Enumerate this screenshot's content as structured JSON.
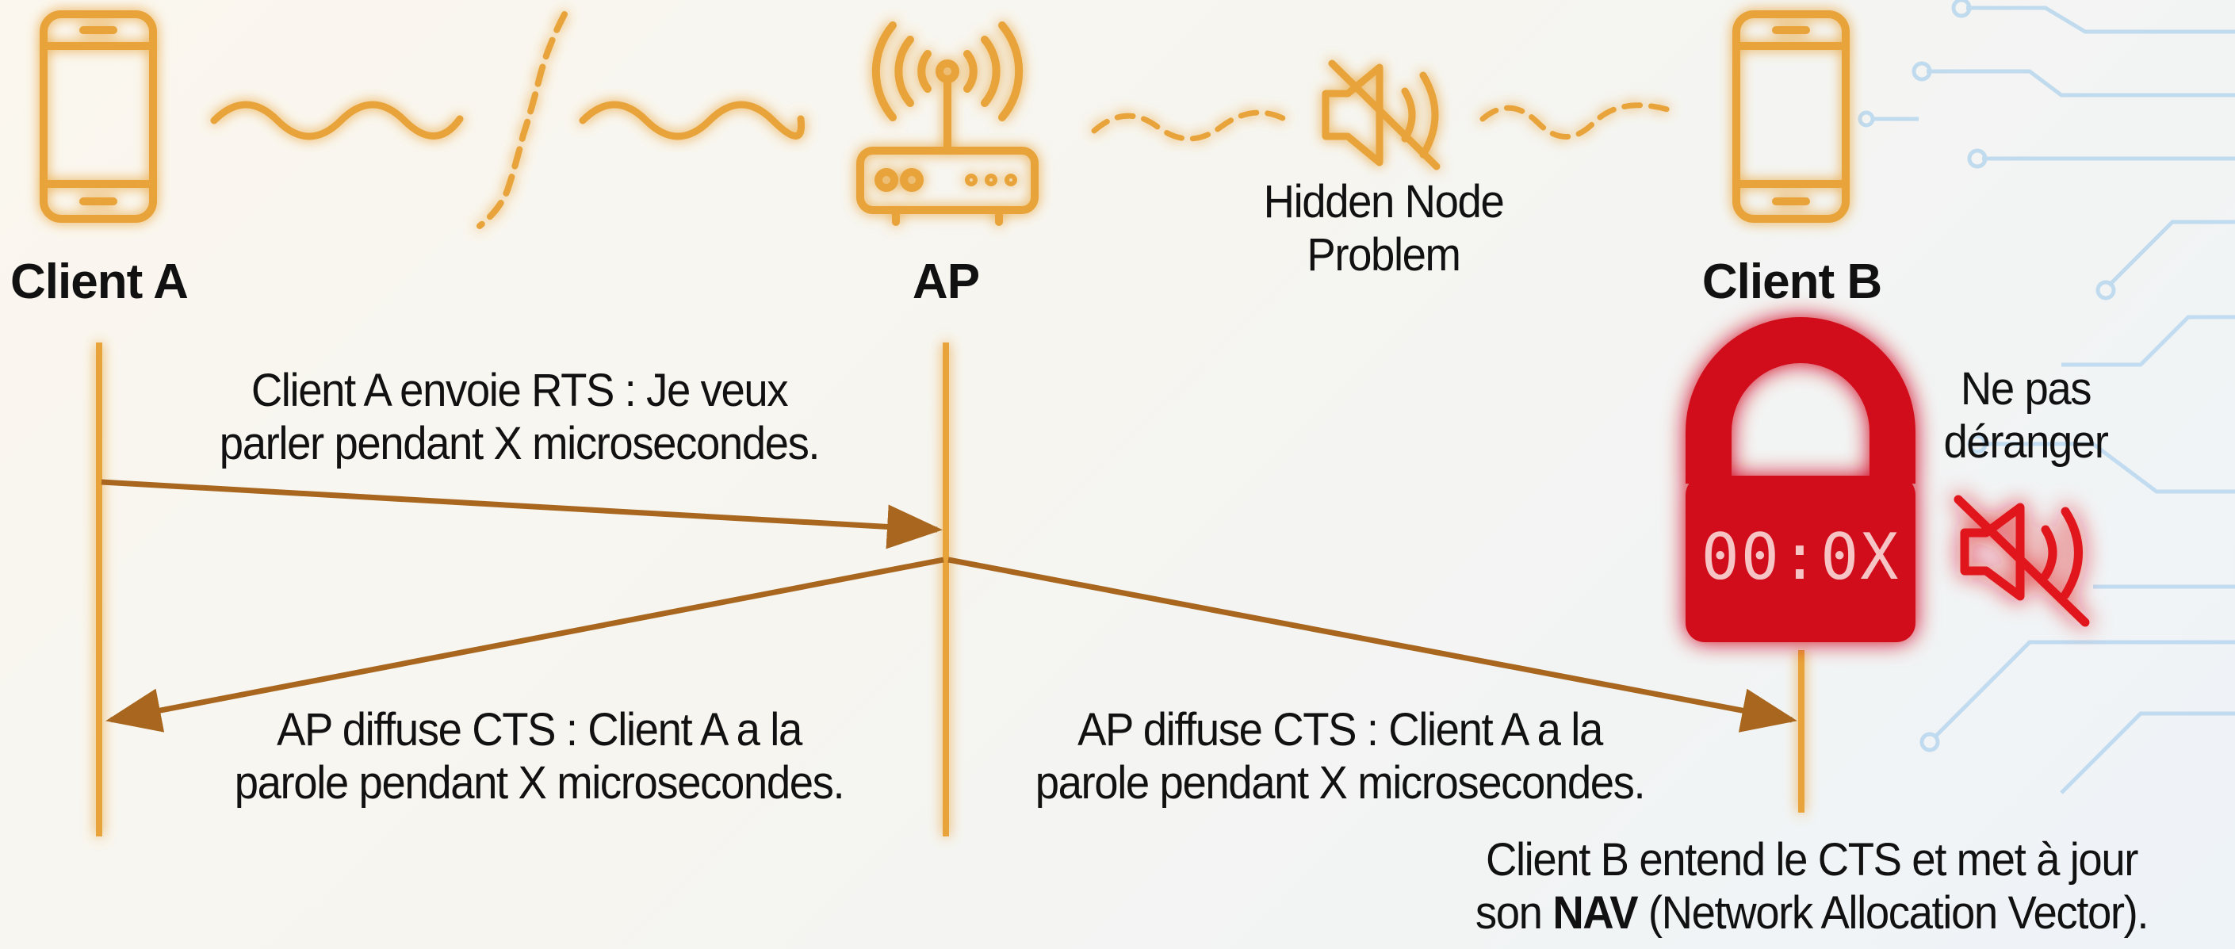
{
  "nodes": {
    "client_a": "Client A",
    "ap": "AP",
    "client_b": "Client B"
  },
  "hidden_node_label": {
    "line1": "Hidden Node",
    "line2": "Problem"
  },
  "rts_message": {
    "line1": "Client A envoie RTS : Je veux",
    "line2": "parler pendant X microsecondes."
  },
  "cts_to_a": {
    "line1": "AP diffuse CTS : Client A a la",
    "line2": "parole pendant X microsecondes."
  },
  "cts_to_b": {
    "line1": "AP diffuse CTS : Client A a la",
    "line2": "parole pendant X microsecondes."
  },
  "do_not_disturb": {
    "line1": "Ne pas",
    "line2": "déranger"
  },
  "lock_timer": "00:0X",
  "nav_note": {
    "line1": "Client B entend le CTS et met à jour",
    "line2_prefix": "son ",
    "line2_bold": "NAV",
    "line2_suffix": " (Network Allocation Vector)."
  },
  "colors": {
    "orange": "#e8a43a",
    "dark_brown": "#a8661e",
    "lock_red": "#d1101e",
    "mute_red": "#e0181e",
    "circuit": "#b8d6ee"
  },
  "icons": [
    "phone-icon",
    "router-icon",
    "speaker-mute-icon",
    "lock-icon",
    "circuit-decoration"
  ]
}
